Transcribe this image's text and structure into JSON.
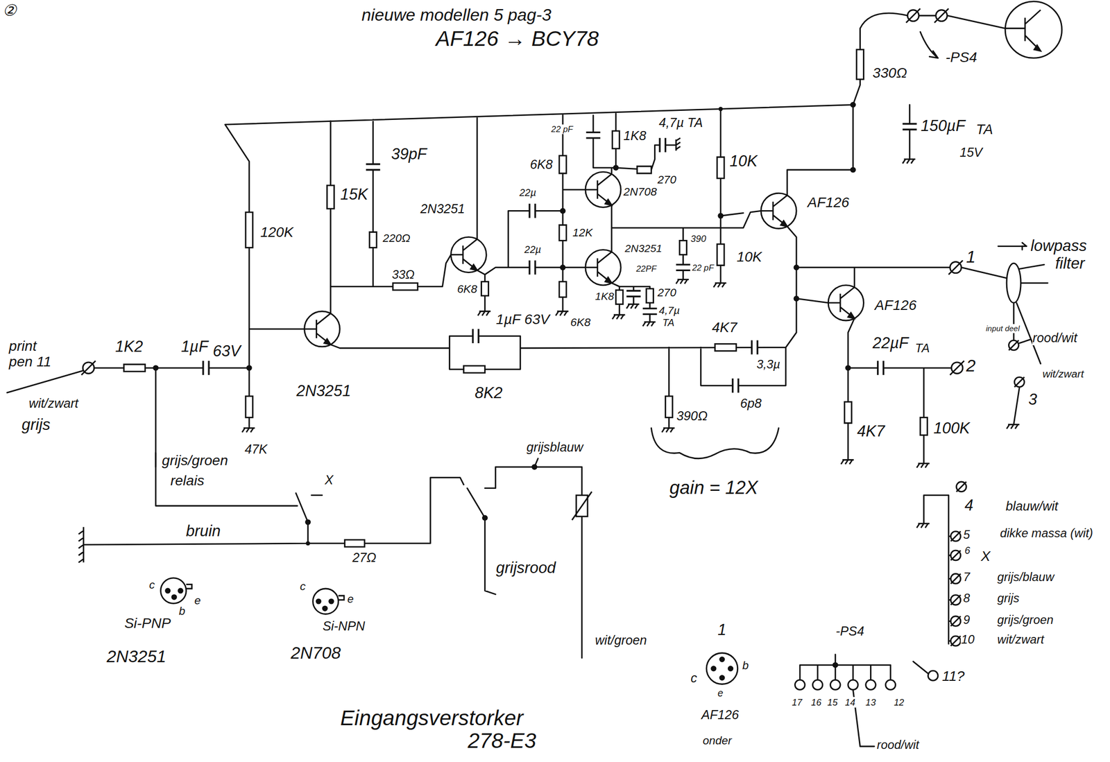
{
  "diagram": {
    "labels": [
      "②",
      "nieuwe modellen 5 pag-3",
      "AF126 → BCY78",
      "-PS4",
      "330Ω",
      "150µF",
      "TA",
      "15V",
      "4,7µ TA",
      "22 pF",
      "1K8",
      "6K8",
      "270",
      "2N708",
      "10K",
      "AF126",
      "22µ",
      "12K",
      "2N3251",
      "15K",
      "39pF",
      "220Ω",
      "120K",
      "33Ω",
      "22µ",
      "2N3251",
      "390",
      "22 pF",
      "22PF",
      "10K",
      "6K8",
      "1K8",
      "270",
      "4,7µ",
      "TA",
      "6K8",
      "lowpass",
      "filter",
      "1",
      "AF126",
      "1µF 63V",
      "4K7",
      "3,3µ",
      "2N3251",
      "8K2",
      "6p8",
      "390Ω",
      "gain = 12X",
      "22µF",
      "TA",
      "2",
      "input deel",
      "rood/wit",
      "wit/zwart",
      "3",
      "4K7",
      "100K",
      "print",
      "pen 11",
      "1K2",
      "1µF",
      "63V",
      "47K",
      "wit/zwart",
      "grijs",
      "grijs/groen",
      "relais",
      "X",
      "grijsblauw",
      "bruin",
      "27Ω",
      "grijsrood",
      "wit/groen",
      "c",
      "b",
      "e",
      "Si-PNP",
      "2N3251",
      "c",
      "e",
      "Si-NPN",
      "2N708",
      "1",
      "c",
      "b",
      "e",
      "AF126",
      "onder",
      "-PS4",
      "17",
      "16",
      "15",
      "14",
      "13",
      "12",
      "rood/wit",
      "11?",
      "4",
      "blauw/wit",
      "5",
      "dikke massa (wit)",
      "6",
      "X",
      "7",
      "grijs/blauw",
      "8",
      "grijs",
      "9",
      "grijs/groen",
      "10",
      "wit/zwart",
      "Eingangsverstorker",
      "278-E3"
    ]
  }
}
